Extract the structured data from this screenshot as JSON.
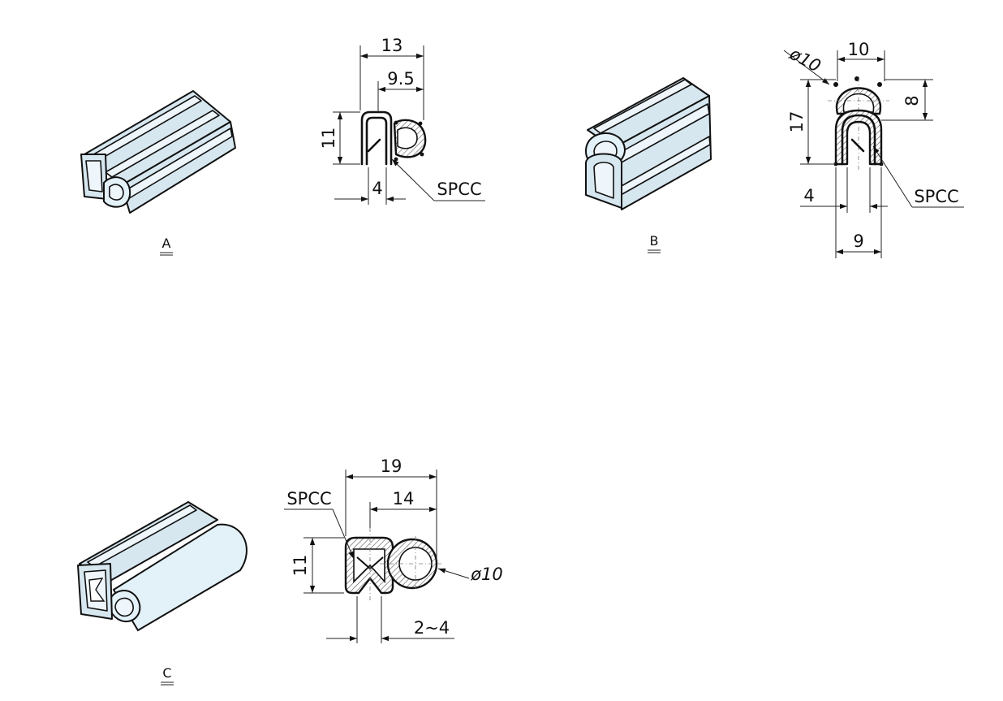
{
  "labels": {
    "a": "A",
    "b": "B",
    "c": "C"
  },
  "profile_a": {
    "width": "13",
    "inner_width": "9.5",
    "height": "11",
    "gap": "4",
    "material": "SPCC"
  },
  "profile_b": {
    "diameter": "ø10",
    "width": "10",
    "bulb_height": "8",
    "height": "17",
    "gap": "4",
    "width_bottom": "9",
    "material": "SPCC"
  },
  "profile_c": {
    "width": "19",
    "inner_width": "14",
    "height": "11",
    "gap": "2~4",
    "diameter": "ø10",
    "material": "SPCC"
  },
  "colors": {
    "seal_fill": "#d7e7f0",
    "outline": "#111111"
  }
}
